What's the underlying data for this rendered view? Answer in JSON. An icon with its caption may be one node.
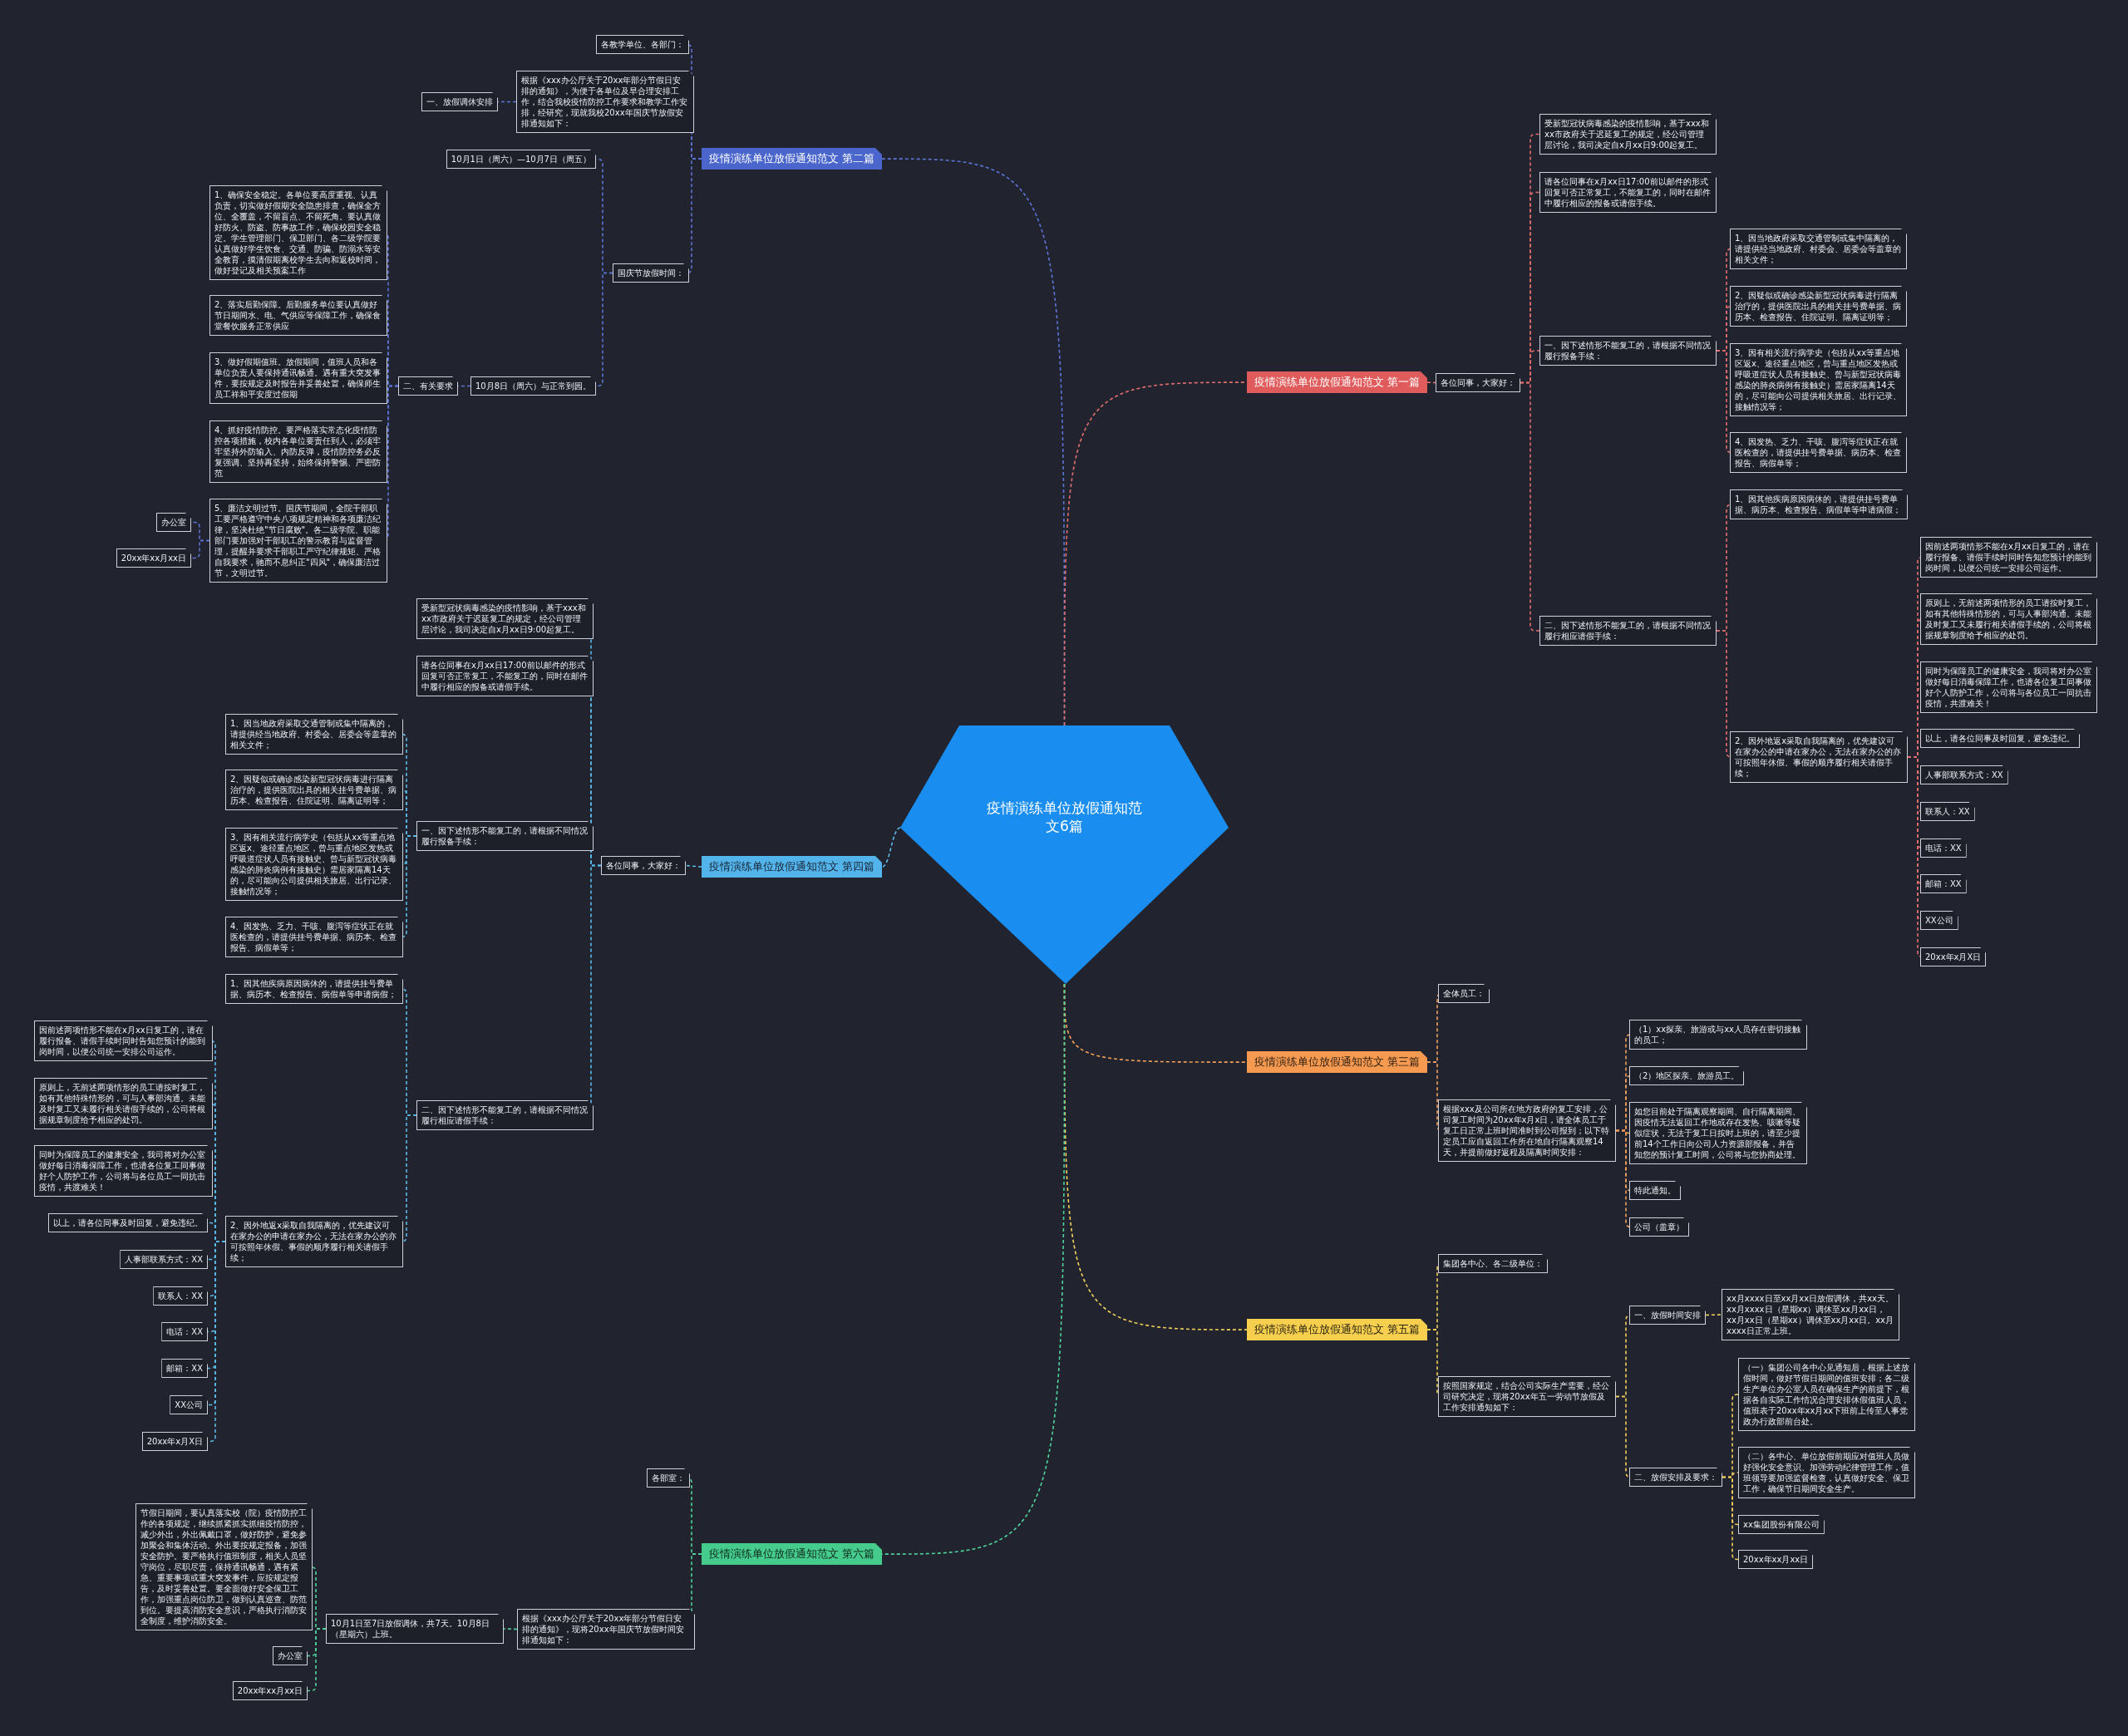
{
  "diagram": {
    "nodes": [
      {
        "text": [
          "疫情演练单位放假通知范文6篇"
        ]
      },
      {
        "text": [
          "疫情演练单位放假通知范文 第二篇"
        ]
      },
      {
        "text": [
          "各教学单位、各部门："
        ]
      },
      {
        "text": [
          "根据《xxx办公厅关于20xx年部分节假日安排的通知》，为便于各单位及早合理安排工作，结合我校疫情防控工作要求和教学工作安排，经研究，现就我校20xx年国庆节放假安排通知如下："
        ]
      },
      {
        "text": [
          "一、放假调休安排"
        ]
      },
      {
        "text": [
          "国庆节放假时间："
        ]
      },
      {
        "text": [
          "10月1日（周六）—10月7日（周五）"
        ]
      },
      {
        "text": [
          "10月8日（周六）与正常到园。"
        ]
      },
      {
        "text": [
          "二、有关要求"
        ]
      },
      {
        "text": [
          "1、确保安全稳定。各单位要高度重视、认真负责，切实做好假期安全隐患排查，确保全方位、全覆盖，不留盲点、不留死角。要认真做好防火、防盗、防事故工作，确保校园安全稳定。学生管理部门、保卫部门、各二级学院要认真做好学生饮食、交通、防骗、防溺水等安全教育，摸清假期离校学生去向和返校时间，做好登记及相关预案工作"
        ]
      },
      {
        "text": [
          "2、落实后勤保障。后勤服务单位要认真做好节日期间水、电、气供应等保障工作，确保食堂餐饮服务正常供应"
        ]
      },
      {
        "text": [
          "3、做好假期值班。放假期间，值班人员和各单位负责人要保持通讯畅通。遇有重大突发事件，要按规定及时报告并妥善处置，确保师生员工祥和平安度过假期"
        ]
      },
      {
        "text": [
          "4、抓好疫情防控。要严格落实常态化疫情防控各项措施，校内各单位要责任到人，必须牢牢坚持外防输入、内防反弹，疫情防控务必反复强调、坚持再坚持，始终保持警惕、严密防范"
        ]
      },
      {
        "text": [
          "5、廉洁文明过节。国庆节期间，全院干部职工要严格遵守中央八项规定精神和各项廉洁纪律，坚决杜绝\"节日腐败\"。各二级学院、职能部门要加强对干部职工的警示教育与监督管理，提醒并要求干部职工严守纪律规矩、严格自我要求，驰而不息纠正\"四风\"，确保廉洁过节，文明过节。"
        ]
      },
      {
        "text": [
          "办公室"
        ]
      },
      {
        "text": [
          "20xx年xx月xx日"
        ]
      },
      {
        "text": [
          "疫情演练单位放假通知范文 第一篇"
        ]
      },
      {
        "text": [
          "各位同事，大家好："
        ]
      },
      {
        "text": [
          "受新型冠状病毒感染的疫情影响，基于xxx和xx市政府关于迟延复工的规定，经公司管理层讨论，我司决定自x月xx日9:00起复工。"
        ]
      },
      {
        "text": [
          "请各位同事在x月xx日17:00前以邮件的形式回复可否正常复工，不能复工的，同时在邮件中履行相应的报备或请假手续。"
        ]
      },
      {
        "text": [
          "一、因下述情形不能复工的，请根据不同情况履行报备手续："
        ]
      },
      {
        "text": [
          "1、因当地政府采取交通管制或集中隔离的，请提供经当地政府、村委会、居委会等盖章的相关文件；"
        ]
      },
      {
        "text": [
          "2、因疑似或确诊感染新型冠状病毒进行隔离治疗的，提供医院出具的相关挂号费单据、病历本、检查报告、住院证明、隔离证明等；"
        ]
      },
      {
        "text": [
          "3、因有相关流行病学史（包括从xx等重点地区返x、途径重点地区，曾与重点地区发热或呼吸道症状人员有接触史、曾与新型冠状病毒感染的肺炎病例有接触史）需居家隔离14天的，尽可能向公司提供相关旅居、出行记录、接触情况等；"
        ]
      },
      {
        "text": [
          "4、因发热、乏力、干咳、腹泻等症状正在就医检查的，请提供挂号费单据、病历本、检查报告、病假单等；"
        ]
      },
      {
        "text": [
          "二、因下述情形不能复工的，请根据不同情况履行相应请假手续："
        ]
      },
      {
        "text": [
          "1、因其他疾病原因病休的，请提供挂号费单据、病历本、检查报告、病假单等申请病假；"
        ]
      },
      {
        "text": [
          "2、因外地返x采取自我隔离的，优先建议可在家办公的申请在家办公，无法在家办公的亦可按照年休假、事假的顺序履行相关请假手续；"
        ]
      },
      {
        "text": [
          "因前述两项情形不能在x月xx日复工的，请在履行报备、请假手续时同时告知您预计的能到岗时间，以便公司统一安排公司运作。"
        ]
      },
      {
        "text": [
          "原则上，无前述两项情形的员工请按时复工，如有其他特殊情形的，可与人事部沟通。未能及时复工又未履行相关请假手续的，公司将根据规章制度给予相应的处罚。"
        ]
      },
      {
        "text": [
          "同时为保障员工的健康安全，我司将对办公室做好每日消毒保障工作，也请各位复工同事做好个人防护工作，公司将与各位员工一同抗击疫情，共渡难关！"
        ]
      },
      {
        "text": [
          "以上，请各位同事及时回复，避免违纪。"
        ]
      },
      {
        "text": [
          "人事部联系方式：XX"
        ]
      },
      {
        "text": [
          "联系人：XX"
        ]
      },
      {
        "text": [
          "电话：XX"
        ]
      },
      {
        "text": [
          "邮箱：XX"
        ]
      },
      {
        "text": [
          "XX公司"
        ]
      },
      {
        "text": [
          "20xx年x月X日"
        ]
      },
      {
        "text": [
          "疫情演练单位放假通知范文 第四篇"
        ]
      },
      {
        "text": [
          "各位同事，大家好："
        ]
      },
      {
        "text": [
          "受新型冠状病毒感染的疫情影响，基于xxx和xx市政府关于迟延复工的规定，经公司管理层讨论，我司决定自x月xx日9:00起复工。"
        ]
      },
      {
        "text": [
          "请各位同事在x月xx日17:00前以邮件的形式回复可否正常复工，不能复工的，同时在邮件中履行相应的报备或请假手续。"
        ]
      },
      {
        "text": [
          "一、因下述情形不能复工的，请根据不同情况履行报备手续："
        ]
      },
      {
        "text": [
          "1、因当地政府采取交通管制或集中隔离的，请提供经当地政府、村委会、居委会等盖章的相关文件；"
        ]
      },
      {
        "text": [
          "2、因疑似或确诊感染新型冠状病毒进行隔离治疗的，提供医院出具的相关挂号费单据、病历本、检查报告、住院证明、隔离证明等；"
        ]
      },
      {
        "text": [
          "3、因有相关流行病学史（包括从xx等重点地区返x、途径重点地区，曾与重点地区发热或呼吸道症状人员有接触史、曾与新型冠状病毒感染的肺炎病例有接触史）需居家隔离14天的，尽可能向公司提供相关旅居、出行记录、接触情况等；"
        ]
      },
      {
        "text": [
          "4、因发热、乏力、干咳、腹泻等症状正在就医检查的，请提供挂号费单据、病历本、检查报告、病假单等；"
        ]
      },
      {
        "text": [
          "二、因下述情形不能复工的，请根据不同情况履行相应请假手续："
        ]
      },
      {
        "text": [
          "1、因其他疾病原因病休的，请提供挂号费单据、病历本、检查报告、病假单等申请病假；"
        ]
      },
      {
        "text": [
          "2、因外地返x采取自我隔离的，优先建议可在家办公的申请在家办公，无法在家办公的亦可按照年休假、事假的顺序履行相关请假手续；"
        ]
      },
      {
        "text": [
          "因前述两项情形不能在x月xx日复工的，请在履行报备、请假手续时同时告知您预计的能到岗时间，以便公司统一安排公司运作。"
        ]
      },
      {
        "text": [
          "原则上，无前述两项情形的员工请按时复工，如有其他特殊情形的，可与人事部沟通。未能及时复工又未履行相关请假手续的，公司将根据规章制度给予相应的处罚。"
        ]
      },
      {
        "text": [
          "同时为保障员工的健康安全，我司将对办公室做好每日消毒保障工作，也请各位复工同事做好个人防护工作，公司将与各位员工一同抗击疫情，共渡难关！"
        ]
      },
      {
        "text": [
          "以上，请各位同事及时回复，避免违纪。"
        ]
      },
      {
        "text": [
          "人事部联系方式：XX"
        ]
      },
      {
        "text": [
          "联系人：XX"
        ]
      },
      {
        "text": [
          "电话：XX"
        ]
      },
      {
        "text": [
          "邮箱：XX"
        ]
      },
      {
        "text": [
          "XX公司"
        ]
      },
      {
        "text": [
          "20xx年x月X日"
        ]
      },
      {
        "text": [
          "疫情演练单位放假通知范文 第三篇"
        ]
      },
      {
        "text": [
          "全体员工："
        ]
      },
      {
        "text": [
          "根据xxx及公司所在地方政府的复工安排，公司复工时间为20xx年x月x日，请全体员工于复工日正常上班时间准时到公司报到；以下特定员工应自返回工作所在地自行隔离观察14天，并提前做好返程及隔离时间安排："
        ]
      },
      {
        "text": [
          "（1）xx探亲、旅游或与xx人员存在密切接触的员工；"
        ]
      },
      {
        "text": [
          "（2）地区探亲、旅游员工。"
        ]
      },
      {
        "text": [
          "如您目前处于隔离观察期间、自行隔离期间、因疫情无法返回工作地或存在发热、咳嗽等疑似症状，无法于复工日按时上班的，请至少提前14个工作日向公司人力资源部报备，并告知您的预计复工时间，公司将与您协商处理。"
        ]
      },
      {
        "text": [
          "特此通知。"
        ]
      },
      {
        "text": [
          "公司（盖章）"
        ]
      },
      {
        "text": [
          "疫情演练单位放假通知范文 第五篇"
        ]
      },
      {
        "text": [
          "集团各中心、各二级单位："
        ]
      },
      {
        "text": [
          "按照国家规定，结合公司实际生产需要，经公司研究决定，现将20xx年五一劳动节放假及工作安排通知如下："
        ]
      },
      {
        "text": [
          "一、放假时间安排"
        ]
      },
      {
        "text": [
          "xx月xxxx日至xx月xx日放假调休，共xx天。xx月xxxx日（星期xx）调休至xx月xx日，xx月xx日（星期xx）调休至xx月xx日。xx月xxxx日正常上班。"
        ]
      },
      {
        "text": [
          "二、放假安排及要求："
        ]
      },
      {
        "text": [
          "（一）集团公司各中心见通知后，根据上述放假时间，做好节假日期间的值班安排；各二级生产单位办公室人员在确保生产的前提下，根据各自实际工作情况合理安排休假值班人员，值班表于20xx年xx月xx下班前上传至人事党政办行政部前台处。"
        ]
      },
      {
        "text": [
          "（二）各中心、单位放假前期应对值班人员做好强化安全意识、加强劳动纪律管理工作，值班领导要加强监督检查，认真做好安全、保卫工作，确保节日期间安全生产。"
        ]
      },
      {
        "text": [
          "xx集团股份有限公司"
        ]
      },
      {
        "text": [
          "20xx年xx月xx日"
        ]
      },
      {
        "text": [
          "疫情演练单位放假通知范文 第六篇"
        ]
      },
      {
        "text": [
          "各部室："
        ]
      },
      {
        "text": [
          "根据《xxx办公厅关于20xx年部分节假日安排的通知》，现将20xx年国庆节放假时间安排通知如下："
        ]
      },
      {
        "text": [
          "10月1日至7日放假调休，共7天。10月8日（星期六）上班。"
        ]
      },
      {
        "text": [
          "节假日期间，要认真落实校（院）疫情防控工作的各项规定，继续抓紧抓实抓细疫情防控，减少外出，外出佩戴口罩，做好防护，避免参加聚会和集体活动。外出要按规定报备，加强安全防护。要严格执行值班制度，相关人员坚守岗位，尽职尽责，保持通讯畅通，遇有紧急、重要事项或重大突发事件，应按规定报告，及时妥善处置。要全面做好安全保卫工作，加强重点岗位防卫，做到认真巡查、防范到位。要提高消防安全意识，严格执行消防安全制度，维护消防安全。"
        ]
      },
      {
        "text": [
          "办公室"
        ]
      },
      {
        "text": [
          "20xx年xx月xx日"
        ]
      }
    ],
    "edges": [
      {
        "from": 0,
        "to": 1,
        "arrow": "none",
        "color": "#5b74d6"
      },
      {
        "from": 1,
        "to": 2,
        "arrow": "none",
        "color": "#5b74d6"
      },
      {
        "from": 1,
        "to": 3,
        "arrow": "none",
        "color": "#5b74d6"
      },
      {
        "from": 3,
        "to": 4,
        "arrow": "none",
        "color": "#5b74d6"
      },
      {
        "from": 1,
        "to": 5,
        "arrow": "none",
        "color": "#5b74d6"
      },
      {
        "from": 5,
        "to": 6,
        "arrow": "none",
        "color": "#5b74d6"
      },
      {
        "from": 5,
        "to": 7,
        "arrow": "none",
        "color": "#5b74d6"
      },
      {
        "from": 7,
        "to": 8,
        "arrow": "none",
        "color": "#5b74d6"
      },
      {
        "from": 8,
        "to": 9,
        "arrow": "none",
        "color": "#5b74d6"
      },
      {
        "from": 8,
        "to": 10,
        "arrow": "none",
        "color": "#5b74d6"
      },
      {
        "from": 8,
        "to": 11,
        "arrow": "none",
        "color": "#5b74d6"
      },
      {
        "from": 8,
        "to": 12,
        "arrow": "none",
        "color": "#5b74d6"
      },
      {
        "from": 8,
        "to": 13,
        "arrow": "none",
        "color": "#5b74d6"
      },
      {
        "from": 13,
        "to": 14,
        "arrow": "none",
        "color": "#5b74d6"
      },
      {
        "from": 13,
        "to": 15,
        "arrow": "none",
        "color": "#5b74d6"
      },
      {
        "from": 0,
        "to": 16,
        "arrow": "none"
      },
      {
        "from": 16,
        "to": 17,
        "arrow": "none"
      },
      {
        "from": 17,
        "to": 18,
        "arrow": "none"
      },
      {
        "from": 17,
        "to": 19,
        "arrow": "none"
      },
      {
        "from": 17,
        "to": 20,
        "arrow": "none"
      },
      {
        "from": 20,
        "to": 21,
        "arrow": "none"
      },
      {
        "from": 20,
        "to": 22,
        "arrow": "none"
      },
      {
        "from": 20,
        "to": 23,
        "arrow": "none"
      },
      {
        "from": 20,
        "to": 24,
        "arrow": "none"
      },
      {
        "from": 17,
        "to": 25,
        "arrow": "none"
      },
      {
        "from": 25,
        "to": 26,
        "arrow": "none"
      },
      {
        "from": 25,
        "to": 27,
        "arrow": "none"
      },
      {
        "from": 27,
        "to": 28,
        "arrow": "none"
      },
      {
        "from": 27,
        "to": 29,
        "arrow": "none"
      },
      {
        "from": 27,
        "to": 30,
        "arrow": "none"
      },
      {
        "from": 27,
        "to": 31,
        "arrow": "none"
      },
      {
        "from": 27,
        "to": 32,
        "arrow": "none"
      },
      {
        "from": 27,
        "to": 33,
        "arrow": "none"
      },
      {
        "from": 27,
        "to": 34,
        "arrow": "none"
      },
      {
        "from": 27,
        "to": 35,
        "arrow": "none"
      },
      {
        "from": 27,
        "to": 36,
        "arrow": "none"
      },
      {
        "from": 27,
        "to": 37,
        "arrow": "none"
      },
      {
        "from": 0,
        "to": 38,
        "arrow": "none",
        "color": "#5ab8e8"
      },
      {
        "from": 38,
        "to": 39,
        "arrow": "none",
        "color": "#5ab8e8"
      },
      {
        "from": 39,
        "to": 40,
        "arrow": "none",
        "color": "#5ab8e8"
      },
      {
        "from": 39,
        "to": 41,
        "arrow": "none",
        "color": "#5ab8e8"
      },
      {
        "from": 39,
        "to": 42,
        "arrow": "none",
        "color": "#5ab8e8"
      },
      {
        "from": 42,
        "to": 43,
        "arrow": "none",
        "color": "#5ab8e8"
      },
      {
        "from": 42,
        "to": 44,
        "arrow": "none",
        "color": "#5ab8e8"
      },
      {
        "from": 42,
        "to": 45,
        "arrow": "none",
        "color": "#5ab8e8"
      },
      {
        "from": 42,
        "to": 46,
        "arrow": "none",
        "color": "#5ab8e8"
      },
      {
        "from": 39,
        "to": 47,
        "arrow": "none",
        "color": "#5ab8e8"
      },
      {
        "from": 47,
        "to": 48,
        "arrow": "none",
        "color": "#5ab8e8"
      },
      {
        "from": 47,
        "to": 49,
        "arrow": "none",
        "color": "#5ab8e8"
      },
      {
        "from": 49,
        "to": 50,
        "arrow": "none",
        "color": "#5ab8e8"
      },
      {
        "from": 49,
        "to": 51,
        "arrow": "none",
        "color": "#5ab8e8"
      },
      {
        "from": 49,
        "to": 52,
        "arrow": "none",
        "color": "#5ab8e8"
      },
      {
        "from": 49,
        "to": 53,
        "arrow": "none",
        "color": "#5ab8e8"
      },
      {
        "from": 49,
        "to": 54,
        "arrow": "none",
        "color": "#5ab8e8"
      },
      {
        "from": 49,
        "to": 55,
        "arrow": "none",
        "color": "#5ab8e8"
      },
      {
        "from": 49,
        "to": 56,
        "arrow": "none",
        "color": "#5ab8e8"
      },
      {
        "from": 49,
        "to": 57,
        "arrow": "none",
        "color": "#5ab8e8"
      },
      {
        "from": 49,
        "to": 58,
        "arrow": "none",
        "color": "#5ab8e8"
      },
      {
        "from": 49,
        "to": 59,
        "arrow": "none",
        "color": "#5ab8e8"
      },
      {
        "from": 0,
        "to": 60,
        "arrow": "none",
        "color": "#f2a05a"
      },
      {
        "from": 60,
        "to": 61,
        "arrow": "none",
        "color": "#f2a05a"
      },
      {
        "from": 60,
        "to": 62,
        "arrow": "none",
        "color": "#f2a05a"
      },
      {
        "from": 62,
        "to": 63,
        "arrow": "none",
        "color": "#f2a05a"
      },
      {
        "from": 62,
        "to": 64,
        "arrow": "none",
        "color": "#f2a05a"
      },
      {
        "from": 62,
        "to": 65,
        "arrow": "none",
        "color": "#f2a05a"
      },
      {
        "from": 62,
        "to": 66,
        "arrow": "none",
        "color": "#f2a05a"
      },
      {
        "from": 62,
        "to": 67,
        "arrow": "none",
        "color": "#f2a05a"
      },
      {
        "from": 0,
        "to": 68,
        "arrow": "none",
        "color": "#f2cf5a"
      },
      {
        "from": 68,
        "to": 69,
        "arrow": "none",
        "color": "#f2cf5a"
      },
      {
        "from": 68,
        "to": 70,
        "arrow": "none",
        "color": "#f2cf5a"
      },
      {
        "from": 70,
        "to": 71,
        "arrow": "none",
        "color": "#f2cf5a"
      },
      {
        "from": 71,
        "to": 72,
        "arrow": "none",
        "color": "#f2cf5a"
      },
      {
        "from": 70,
        "to": 73,
        "arrow": "none",
        "color": "#f2cf5a"
      },
      {
        "from": 73,
        "to": 74,
        "arrow": "none",
        "color": "#f2cf5a"
      },
      {
        "from": 73,
        "to": 75,
        "arrow": "none",
        "color": "#f2cf5a"
      },
      {
        "from": 73,
        "to": 76,
        "arrow": "none",
        "color": "#f2cf5a"
      },
      {
        "from": 73,
        "to": 77,
        "arrow": "none",
        "color": "#f2cf5a"
      },
      {
        "from": 0,
        "to": 78,
        "arrow": "none",
        "color": "#4fd39a"
      },
      {
        "from": 78,
        "to": 79,
        "arrow": "none",
        "color": "#4fd39a"
      },
      {
        "from": 78,
        "to": 80,
        "arrow": "none",
        "color": "#4fd39a"
      },
      {
        "from": 80,
        "to": 81,
        "arrow": "none",
        "color": "#4fd39a"
      },
      {
        "from": 81,
        "to": 82,
        "arrow": "none",
        "color": "#4fd39a"
      },
      {
        "from": 81,
        "to": 83,
        "arrow": "none",
        "color": "#4fd39a"
      },
      {
        "from": 81,
        "to": 84,
        "arrow": "none",
        "color": "#4fd39a"
      }
    ]
  }
}
